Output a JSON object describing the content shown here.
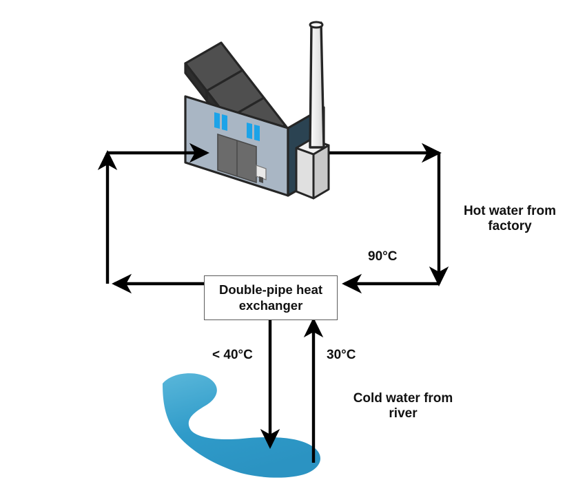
{
  "diagram": {
    "title": "Double-pipe heat exchanger river cooling schematic",
    "background_color": "#ffffff",
    "line_color": "#000000"
  },
  "factory": {
    "name": "factory-building",
    "roof_color": "#4a4a4a",
    "roof_edge_color": "#262626",
    "wall_color": "#a9b6c4",
    "wall_side_color": "#2b4352",
    "door_color": "#6b6b6b",
    "window_color": "#1ca3e8",
    "chimney_color": "#e8e8e8",
    "chimney_outline_color": "#262626",
    "window_count": 2,
    "roof_tooth_count": 5
  },
  "river": {
    "name": "river",
    "color": "#2f9bc9",
    "highlight_color": "#56b4d8"
  },
  "heat_exchanger": {
    "label": "Double-pipe heat\nexchanger",
    "border_color": "#5a5a5a",
    "fill_color": "#ffffff"
  },
  "labels": {
    "hot_water": "Hot water from\nfactory",
    "cold_water": "Cold water from\nriver",
    "temp_hot_supply": "90°C",
    "temp_river_return": "< 40°C",
    "temp_river_intake": "30°C"
  },
  "flows": [
    {
      "id": "cooled-return-to-factory",
      "from": "heat exchanger",
      "to": "factory",
      "direction": "left-then-up-then-right",
      "temperature": "",
      "description": "Cooled water returns to the factory"
    },
    {
      "id": "hot-water-from-factory",
      "from": "factory",
      "to": "heat exchanger",
      "direction": "right-then-down-then-left",
      "temperature": "90°C",
      "description": "Hot water from factory enters the heat exchanger"
    },
    {
      "id": "warm-discharge-to-river",
      "from": "heat exchanger",
      "to": "river",
      "direction": "down",
      "temperature": "< 40°C",
      "description": "Warmed river water discharged back to the river"
    },
    {
      "id": "cold-water-from-river",
      "from": "river",
      "to": "heat exchanger",
      "direction": "up",
      "temperature": "30°C",
      "description": "Cold water drawn from the river"
    }
  ]
}
